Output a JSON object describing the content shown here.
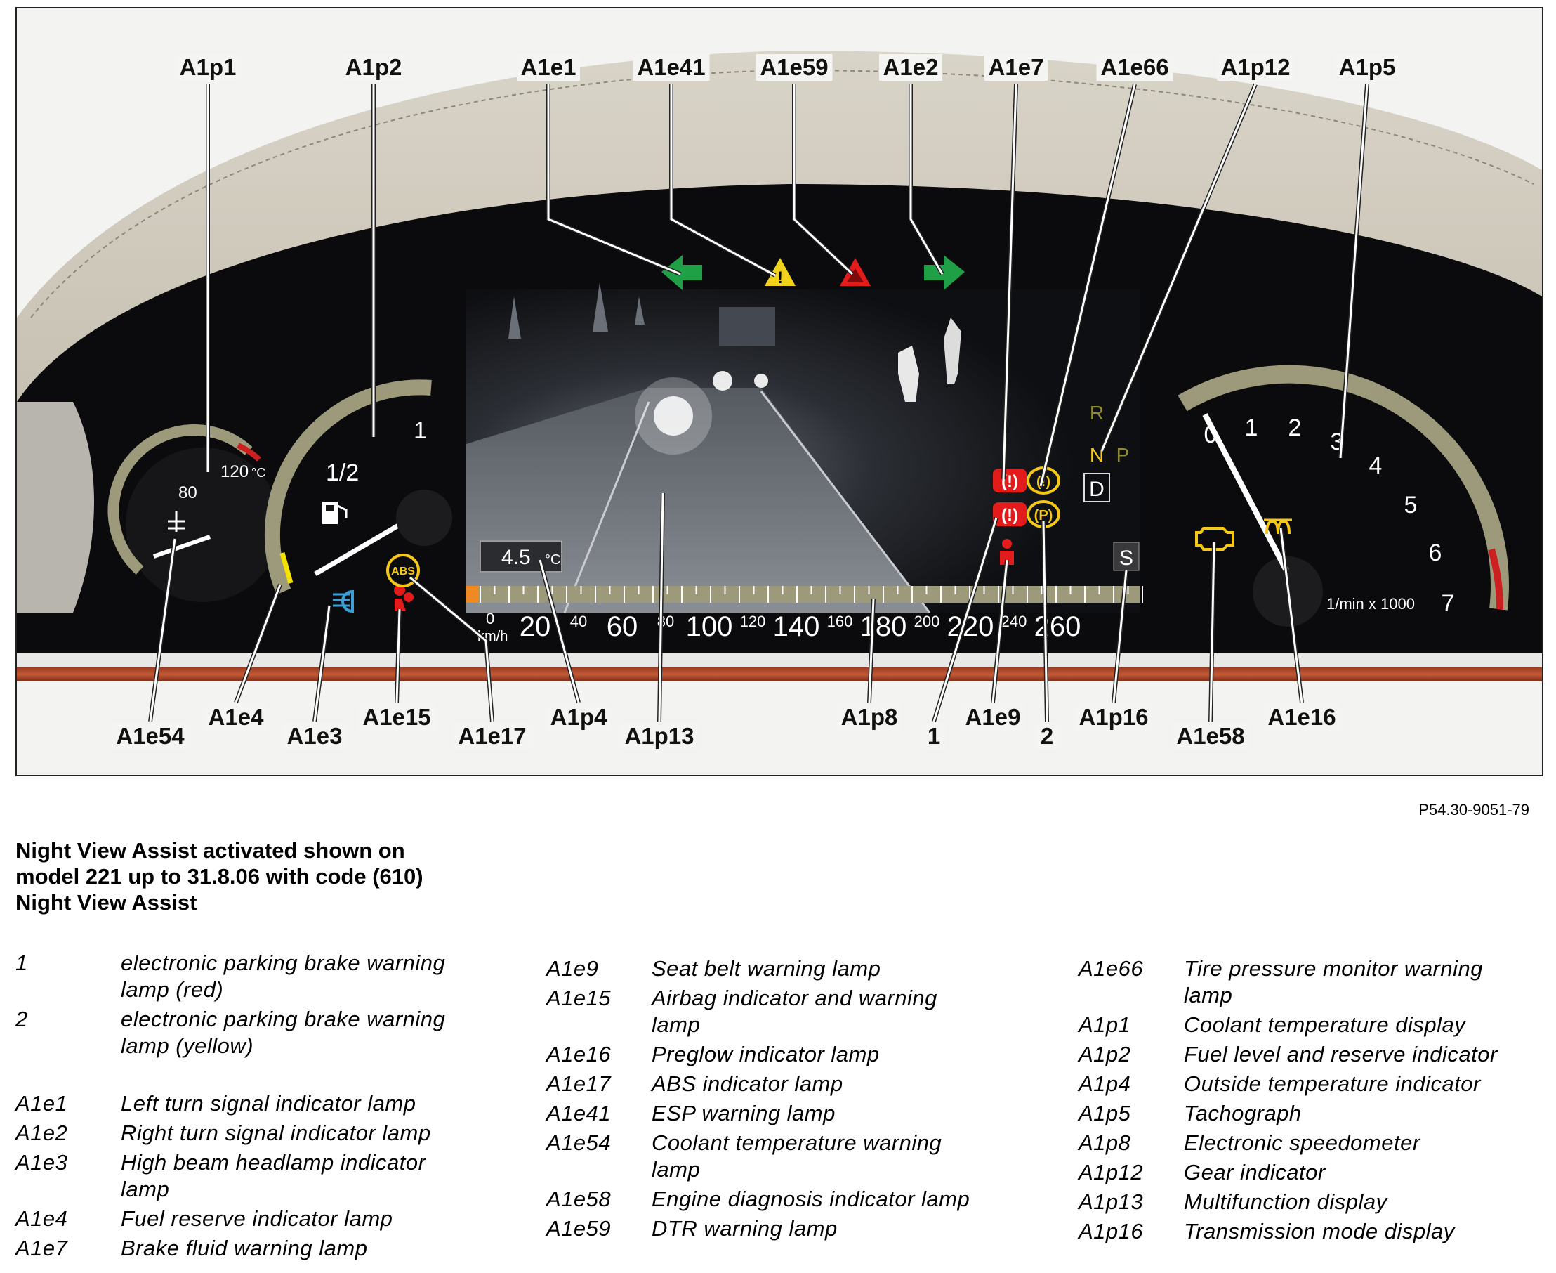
{
  "figure_code": "P54.30-9051-79",
  "caption": [
    "Night View Assist activated shown on",
    "model 221 up to 31.8.06 with code (610)",
    "Night View Assist"
  ],
  "callouts_top": [
    "A1p1",
    "A1p2",
    "A1e1",
    "A1e41",
    "A1e59",
    "A1e2",
    "A1e7",
    "A1e66",
    "A1p12",
    "A1p5"
  ],
  "callouts_bottom": [
    "A1e54",
    "A1e4",
    "A1e3",
    "A1e15",
    "A1e17",
    "A1p4",
    "A1p13",
    "A1p8",
    "1",
    "A1e9",
    "2",
    "A1p16",
    "A1e58",
    "A1e16"
  ],
  "cluster": {
    "coolant_scale": [
      "80",
      "120",
      "°C"
    ],
    "fuel_scale": [
      "1",
      "1/2"
    ],
    "outside_temp": "4.5",
    "outside_temp_unit": "°C",
    "speed_unit": "km/h",
    "speed_zero": "0",
    "speed_major": [
      "20",
      "60",
      "100",
      "140",
      "180",
      "220",
      "260"
    ],
    "speed_minor": [
      "40",
      "80",
      "120",
      "160",
      "200",
      "240"
    ],
    "gears": [
      "R",
      "N",
      "P",
      "D"
    ],
    "trans_mode": "S",
    "tacho_scale": [
      "0",
      "1",
      "2",
      "3",
      "4",
      "5",
      "6",
      "7"
    ],
    "tacho_unit": "1/min x 1000",
    "epb_letter_1": "(!)",
    "epb_letter_2": "(P)",
    "abs_text": "ABS",
    "colors": {
      "turn_green": "#1fa046",
      "esp_yellow": "#f2d31c",
      "warn_red": "#e31b1b",
      "amber": "#f5c818",
      "gauge_olive": "#9c9a7a"
    }
  },
  "legend": {
    "col1_group1": [
      {
        "code": "1",
        "desc": [
          "electronic parking brake warning",
          "lamp (red)"
        ]
      },
      {
        "code": "2",
        "desc": [
          "electronic parking brake warning",
          "lamp (yellow)"
        ]
      }
    ],
    "col1_group2": [
      {
        "code": "A1e1",
        "desc": [
          "Left turn signal indicator lamp"
        ]
      },
      {
        "code": "A1e2",
        "desc": [
          "Right turn signal indicator lamp"
        ]
      },
      {
        "code": "A1e3",
        "desc": [
          "High beam headlamp indicator",
          "lamp"
        ]
      },
      {
        "code": "A1e4",
        "desc": [
          "Fuel reserve indicator lamp"
        ]
      },
      {
        "code": "A1e7",
        "desc": [
          "Brake fluid warning lamp"
        ]
      }
    ],
    "col2": [
      {
        "code": "A1e9",
        "desc": [
          "Seat belt warning lamp"
        ]
      },
      {
        "code": "A1e15",
        "desc": [
          "Airbag indicator and warning",
          "lamp"
        ]
      },
      {
        "code": "A1e16",
        "desc": [
          "Preglow indicator lamp"
        ]
      },
      {
        "code": "A1e17",
        "desc": [
          "ABS indicator lamp"
        ]
      },
      {
        "code": "A1e41",
        "desc": [
          "ESP warning lamp"
        ]
      },
      {
        "code": "A1e54",
        "desc": [
          "Coolant temperature warning",
          "lamp"
        ]
      },
      {
        "code": "A1e58",
        "desc": [
          "Engine diagnosis indicator lamp"
        ]
      },
      {
        "code": "A1e59",
        "desc": [
          "DTR warning lamp"
        ]
      }
    ],
    "col3": [
      {
        "code": "A1e66",
        "desc": [
          "Tire pressure monitor warning",
          "lamp"
        ]
      },
      {
        "code": "A1p1",
        "desc": [
          "Coolant temperature display"
        ]
      },
      {
        "code": "A1p2",
        "desc": [
          "Fuel level and reserve indicator"
        ]
      },
      {
        "code": "A1p4",
        "desc": [
          "Outside temperature indicator"
        ]
      },
      {
        "code": "A1p5",
        "desc": [
          "Tachograph"
        ]
      },
      {
        "code": "A1p8",
        "desc": [
          "Electronic speedometer"
        ]
      },
      {
        "code": "A1p12",
        "desc": [
          "Gear indicator"
        ]
      },
      {
        "code": "A1p13",
        "desc": [
          "Multifunction display"
        ]
      },
      {
        "code": "A1p16",
        "desc": [
          "Transmission mode display"
        ]
      }
    ]
  }
}
